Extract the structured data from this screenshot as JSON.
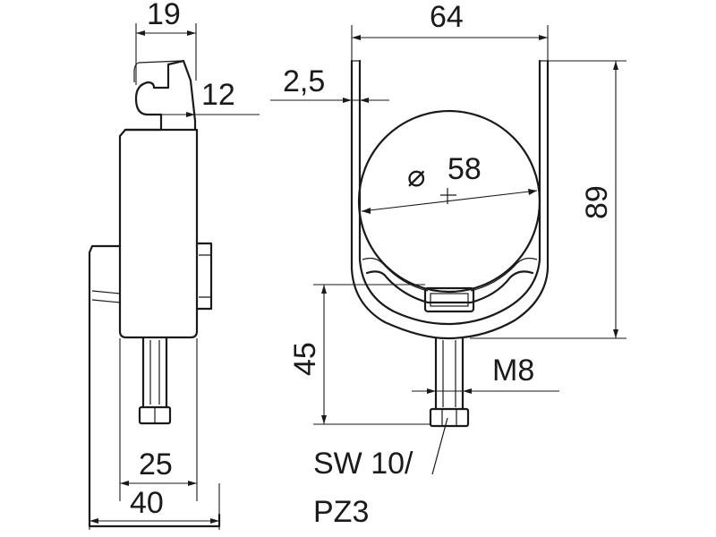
{
  "side_view": {
    "width_top": "19",
    "hook_depth": "12",
    "body_width": "25",
    "overall_width": "40"
  },
  "front_view": {
    "clip_width": "64",
    "band_thickness": "2,5",
    "diameter": "58",
    "diameter_symbol": "⌀",
    "height": "89",
    "screw_height": "45",
    "thread": "M8",
    "drive_line1": "SW 10/",
    "drive_line2": "PZ3"
  }
}
